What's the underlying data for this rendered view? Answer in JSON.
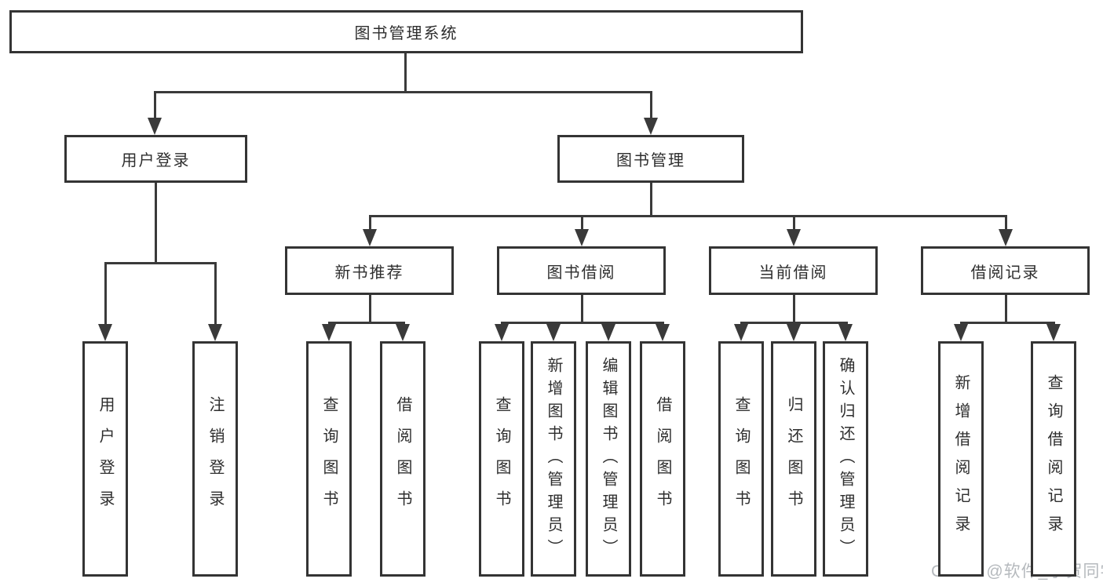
{
  "diagram": {
    "root": {
      "label": "图书管理系统"
    },
    "branches": [
      {
        "label": "用户登录",
        "children": [
          {
            "label": "用户登录"
          },
          {
            "label": "注销登录"
          }
        ]
      },
      {
        "label": "图书管理",
        "children": [
          {
            "label": "新书推荐",
            "children": [
              {
                "label": "查询图书"
              },
              {
                "label": "借阅图书"
              }
            ]
          },
          {
            "label": "图书借阅",
            "children": [
              {
                "label": "查询图书"
              },
              {
                "label": "新增图书（管理员）"
              },
              {
                "label": "编辑图书（管理员）"
              },
              {
                "label": "借阅图书"
              }
            ]
          },
          {
            "label": "当前借阅",
            "children": [
              {
                "label": "查询图书"
              },
              {
                "label": "归还图书"
              },
              {
                "label": "确认归还（管理员）"
              }
            ]
          },
          {
            "label": "借阅记录",
            "children": [
              {
                "label": "新增借阅记录"
              },
              {
                "label": "查询借阅记录"
              }
            ]
          }
        ]
      }
    ]
  },
  "watermark": {
    "text": "CSDN @软件_小贺同学",
    "color": "#b5b9bd"
  },
  "colors": {
    "background": "#ffffff",
    "box_fill": "#ffffff",
    "box_border": "#343434",
    "line": "#3a3a3a",
    "text": "#2e2e2e"
  }
}
